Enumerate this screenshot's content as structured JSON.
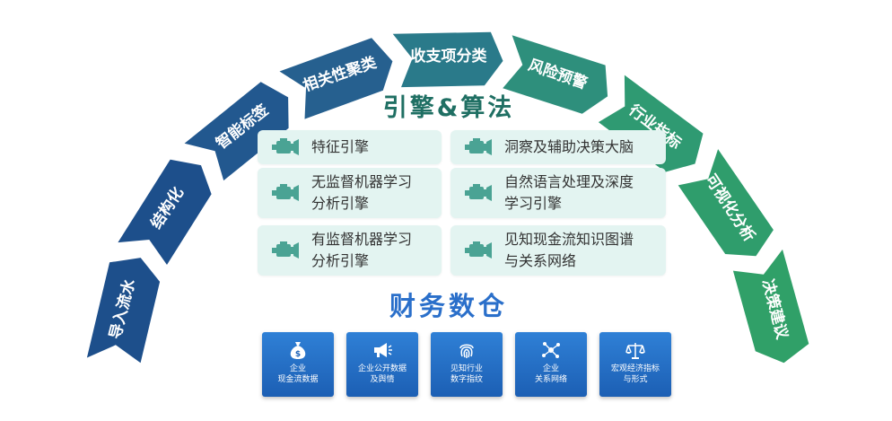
{
  "arc_steps": [
    {
      "label": "导入流水",
      "color": "#1d4f8b"
    },
    {
      "label": "结构化",
      "color": "#1d4f8b"
    },
    {
      "label": "智能标签",
      "color": "#22588f"
    },
    {
      "label": "相关性聚类",
      "color": "#26608f"
    },
    {
      "label": "收支项分类",
      "color": "#2a7a8a"
    },
    {
      "label": "风险预警",
      "color": "#2e8f7c"
    },
    {
      "label": "行业指标",
      "color": "#2f9a72"
    },
    {
      "label": "可视化分析",
      "color": "#2f9d6c"
    },
    {
      "label": "决策建议",
      "color": "#30a068"
    }
  ],
  "engines": {
    "title": "引擎&算法",
    "items": [
      {
        "label": "特征引擎"
      },
      {
        "label": "洞察及辅助决策大脑"
      },
      {
        "label": "无监督机器学习\n分析引擎"
      },
      {
        "label": "自然语言处理及深度\n学习引擎"
      },
      {
        "label": "有监督机器学习\n分析引擎"
      },
      {
        "label": "见知现金流知识图谱\n与关系网络"
      }
    ],
    "icon_color": "#4aa394"
  },
  "warehouse": {
    "title": "财务数仓",
    "tiles": [
      {
        "label": "企业\n现金流数据",
        "icon": "money-bag-icon"
      },
      {
        "label": "企业公开数据\n及舆情",
        "icon": "megaphone-icon"
      },
      {
        "label": "见知行业\n数字指纹",
        "icon": "fingerprint-icon"
      },
      {
        "label": "企业\n关系网络",
        "icon": "network-icon"
      },
      {
        "label": "宏观经济指标\n与形式",
        "icon": "scale-icon"
      }
    ]
  }
}
